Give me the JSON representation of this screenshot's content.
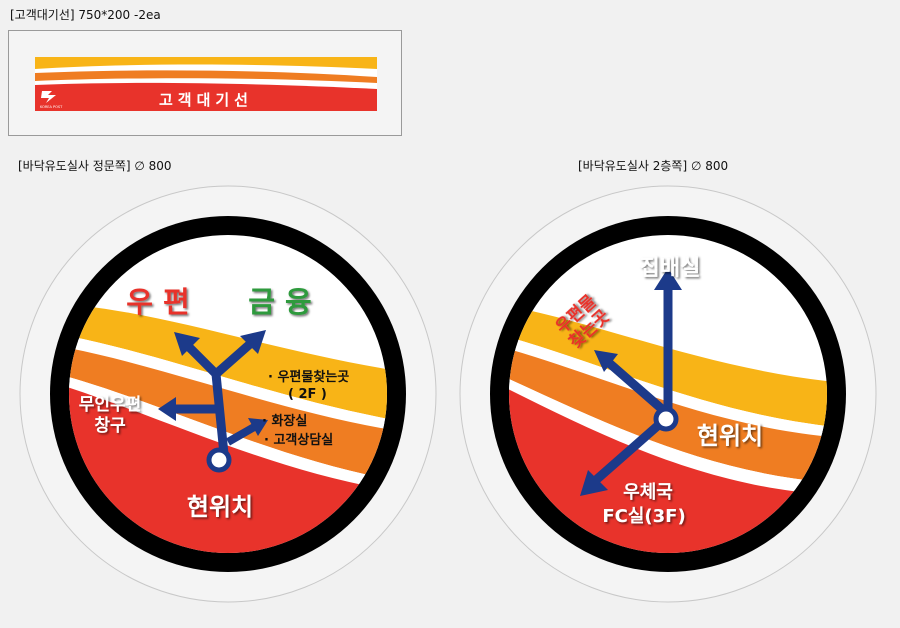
{
  "banner": {
    "caption": "[고객대기선] 750*200 -2ea",
    "text": "고객대기선",
    "logo_text": "KOREA POST"
  },
  "left_sign": {
    "caption": "[바닥유도실사 정문쪽] ∅ 800",
    "postal_label": "우 편",
    "finance_label": "금 융",
    "postal_color": "#e8332b",
    "finance_color": "#2e9a3c",
    "unmanned_line1": "무인우편",
    "unmanned_line2": "창구",
    "bullet1_line1": "· 우편물찾는곳",
    "bullet1_line2": "( 2F )",
    "bullet2": "· 화장실",
    "bullet3": "· 고객상담실",
    "here_label": "현위치"
  },
  "right_sign": {
    "caption": "[바닥유도실사 2층쪽] ∅ 800",
    "delivery_label": "집배실",
    "find_mail_line1": "우편물",
    "find_mail_line2": "찾는곳",
    "here_label": "현위치",
    "postoffice_line1": "우체국",
    "postoffice_line2": "FC실(3F)"
  },
  "colors": {
    "ring": "#000000",
    "red": "#e8332b",
    "orange": "#ef7d22",
    "yellow": "#f8b417",
    "arrow": "#1c3a8a"
  }
}
